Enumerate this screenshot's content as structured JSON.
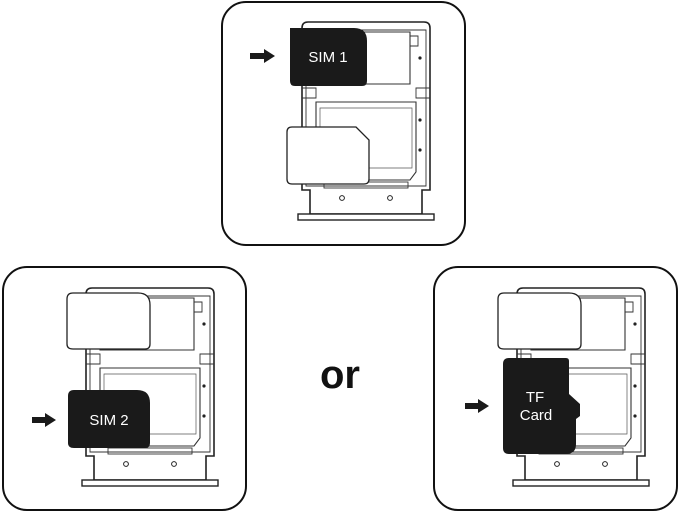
{
  "labels": {
    "sim1": "SIM 1",
    "sim2": "SIM 2",
    "tf_line1": "TF",
    "tf_line2": "Card",
    "or": "or"
  }
}
